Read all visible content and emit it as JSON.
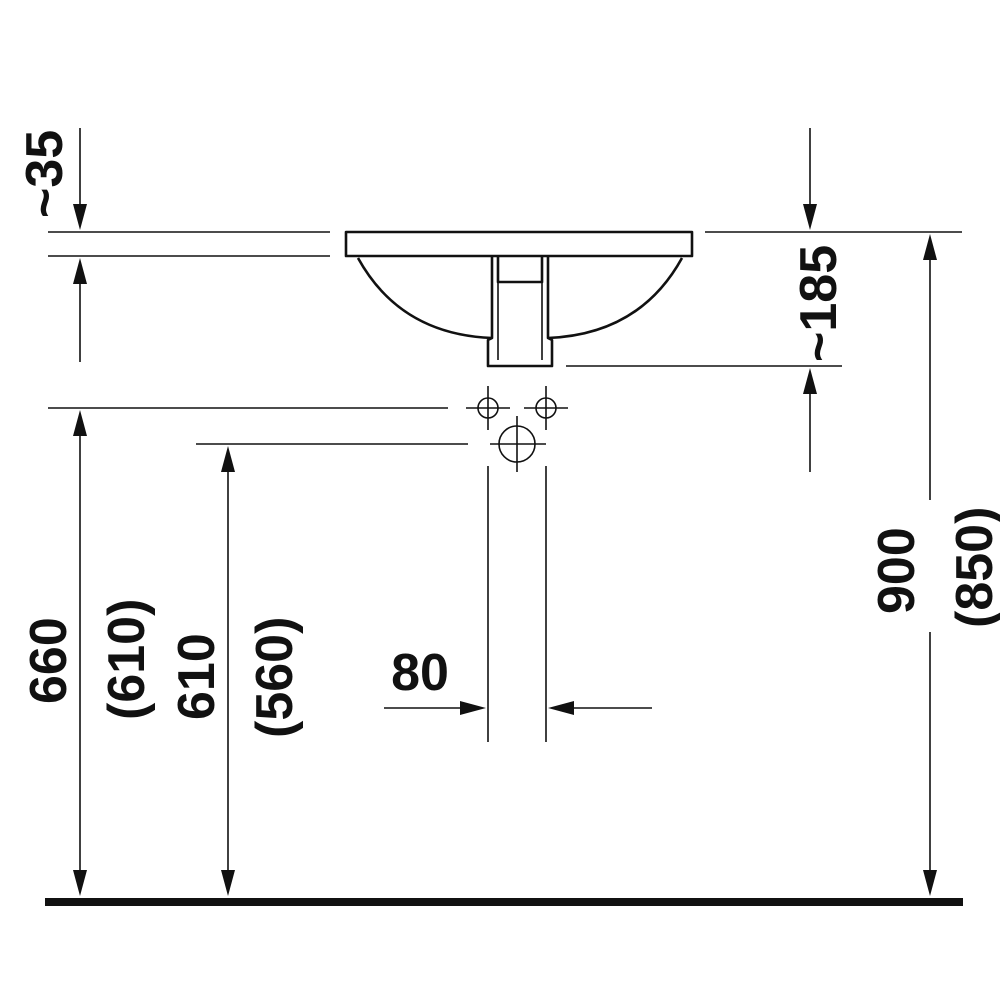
{
  "dimensions": {
    "top_offset": "~35",
    "basin_depth": "~185",
    "total_height": "900",
    "total_height_alt": "(850)",
    "valve_height": "660",
    "valve_height_alt": "(610)",
    "drain_height": "610",
    "drain_height_alt": "(560)",
    "valve_spacing": "80"
  },
  "colors": {
    "line": "#111111",
    "background": "#ffffff"
  }
}
